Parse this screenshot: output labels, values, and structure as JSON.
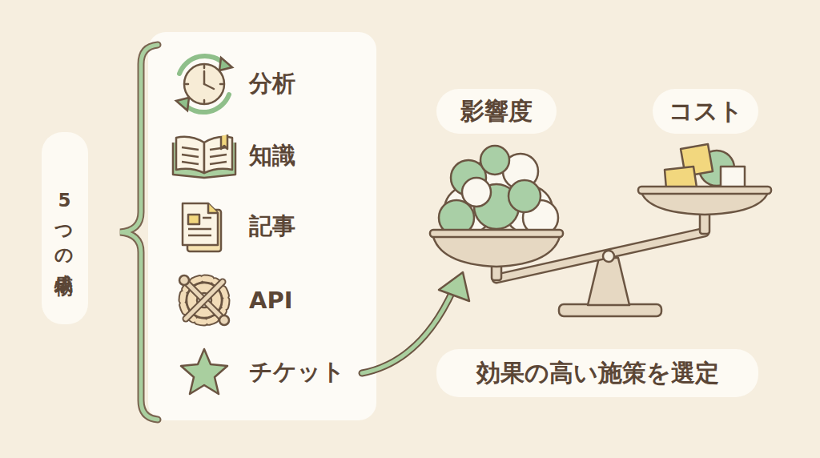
{
  "diagram": {
    "nodes": [
      {
        "text": [
          "5つの成果物"
        ]
      },
      {
        "text": []
      },
      {
        "text": [
          "分析"
        ],
        "in": 1
      },
      {
        "text": [
          "知識"
        ],
        "in": 1
      },
      {
        "text": [
          "記事"
        ],
        "in": 1
      },
      {
        "text": [
          "API"
        ],
        "in": 1
      },
      {
        "text": [
          "チケット"
        ],
        "in": 1
      },
      {
        "text": [
          "影響度"
        ]
      },
      {
        "text": [
          "コスト"
        ]
      },
      {
        "text": [
          "効果の高い施策を選定"
        ]
      }
    ]
  }
}
